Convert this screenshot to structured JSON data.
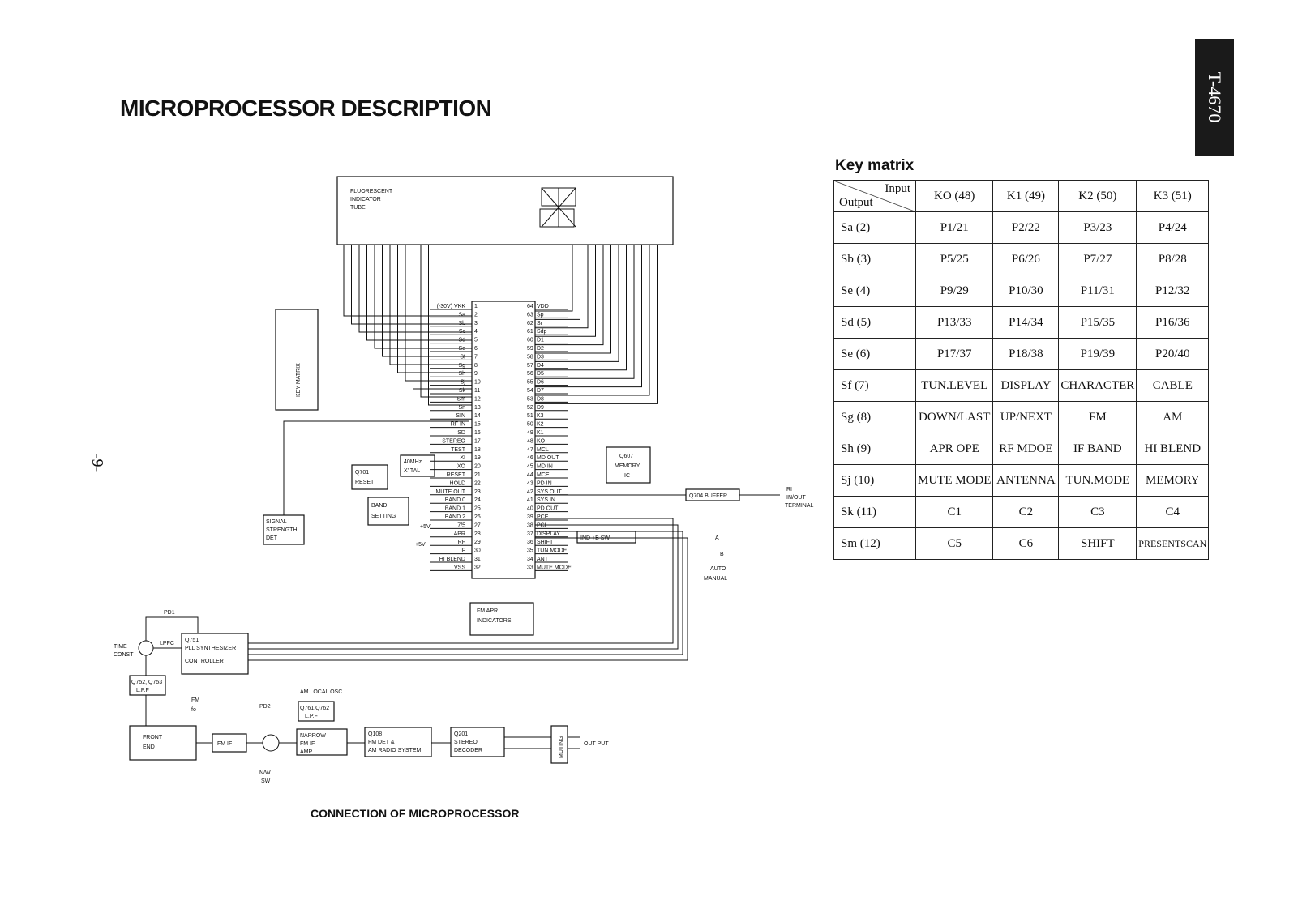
{
  "page": {
    "title": "MICROPROCESSOR DESCRIPTION",
    "page_number": "-9-",
    "tab_label": "T-4670",
    "caption": "CONNECTION OF MICROPROCESSOR"
  },
  "key_matrix": {
    "title": "Key matrix",
    "corner_input": "Input",
    "corner_output": "Output",
    "columns": [
      "KO (48)",
      "K1 (49)",
      "K2 (50)",
      "K3 (51)"
    ],
    "rows": [
      {
        "output": "Sa (2)",
        "cells": [
          "P1/21",
          "P2/22",
          "P3/23",
          "P4/24"
        ]
      },
      {
        "output": "Sb (3)",
        "cells": [
          "P5/25",
          "P6/26",
          "P7/27",
          "P8/28"
        ]
      },
      {
        "output": "Se (4)",
        "cells": [
          "P9/29",
          "P10/30",
          "P11/31",
          "P12/32"
        ]
      },
      {
        "output": "Sd (5)",
        "cells": [
          "P13/33",
          "P14/34",
          "P15/35",
          "P16/36"
        ]
      },
      {
        "output": "Se (6)",
        "cells": [
          "P17/37",
          "P18/38",
          "P19/39",
          "P20/40"
        ]
      },
      {
        "output": "Sf (7)",
        "cells": [
          "TUN.LEVEL",
          "DISPLAY",
          "CHARACTER",
          "CABLE"
        ]
      },
      {
        "output": "Sg (8)",
        "cells": [
          "DOWN/LAST",
          "UP/NEXT",
          "FM",
          "AM"
        ]
      },
      {
        "output": "Sh (9)",
        "cells": [
          "APR OPE",
          "RF MDOE",
          "IF BAND",
          "HI BLEND"
        ]
      },
      {
        "output": "Sj (10)",
        "cells": [
          "MUTE MODE",
          "ANTENNA",
          "TUN.MODE",
          "MEMORY"
        ]
      },
      {
        "output": "Sk (11)",
        "cells": [
          "C1",
          "C2",
          "C3",
          "C4"
        ]
      },
      {
        "output": "Sm (12)",
        "cells": [
          "C5",
          "C6",
          "SHIFT",
          "PRESENTSCAN"
        ]
      }
    ]
  },
  "diagram": {
    "fluorescent": [
      "FLUORESCENT",
      "INDICATOR",
      "TUBE"
    ],
    "key_matrix_block": "KEY MATRIX",
    "signal_strength": [
      "SIGNAL",
      "STRENGTH",
      "DET"
    ],
    "q701": [
      "Q701",
      "RESET"
    ],
    "xtal": [
      "40MHz",
      "X' TAL"
    ],
    "band_setting": [
      "BAND",
      "SETTING"
    ],
    "q607": [
      "Q607",
      "MEMORY",
      "IC"
    ],
    "q704": "Q704 BUFFER",
    "ri": [
      "RI",
      "IN/OUT",
      "TERMINAL"
    ],
    "ind_sw": "IND +B SW",
    "fm_apr": [
      "FM APR",
      "INDICATORS"
    ],
    "pll": [
      "Q751",
      "PLL SYNTHESIZER",
      "CONTROLLER"
    ],
    "time_const": [
      "TIME",
      "CONST"
    ],
    "lpfc": "LPFC",
    "pd1": "PD1",
    "lpf": [
      "Q752, Q753",
      "L.P.F"
    ],
    "am_osc": "AM LOCAL OSC",
    "pd2": "PD2",
    "lpf2": [
      "Q761,Q762",
      "L.P.F"
    ],
    "fm_fo": [
      "FM",
      "fo"
    ],
    "front_end": [
      "FRONT",
      "END"
    ],
    "fm_if": "FM IF",
    "narrow": [
      "NARROW",
      "FM IF",
      "AMP"
    ],
    "q108": [
      "Q108",
      "FM DET &",
      "AM RADIO SYSTEM"
    ],
    "q201": [
      "Q201",
      "STEREO",
      "DECODER"
    ],
    "muting": "MUTING",
    "output": "OUT PUT",
    "nw_sw": [
      "N/W",
      "SW"
    ],
    "plus5v": "+5V",
    "switch_labels": [
      "A",
      "B",
      "AUTO",
      "MANUAL"
    ],
    "left_pins": [
      "(-30V) VKK",
      "Sa",
      "Sb",
      "Sc",
      "Sd",
      "Se",
      "Sf",
      "Sg",
      "Sh",
      "Sj",
      "Sk",
      "Sm",
      "Sn",
      "SIN",
      "RF IN",
      "SD",
      "STEREO",
      "TEST",
      "XI",
      "XO",
      "RESET",
      "HOLD",
      "MUTE OUT",
      "BAND 0",
      "BAND 1",
      "BAND 2",
      "7/5",
      "APR",
      "RF",
      "IF",
      "HI BLEND",
      "VSS"
    ],
    "right_pins": [
      "VDD",
      "Sp",
      "Sr",
      "Sdp",
      "D1",
      "D2",
      "D3",
      "D4",
      "D5",
      "D6",
      "D7",
      "D8",
      "D9",
      "K3",
      "K2",
      "K1",
      "KO",
      "MCL",
      "MD OUT",
      "MD IN",
      "MCE",
      "PD IN",
      "SYS OUT",
      "SYS IN",
      "PD OUT",
      "PCE",
      "PCL",
      "DISPLAY",
      "SHIFT",
      "TUN MODE",
      "ANT",
      "MUTE MODE"
    ]
  }
}
